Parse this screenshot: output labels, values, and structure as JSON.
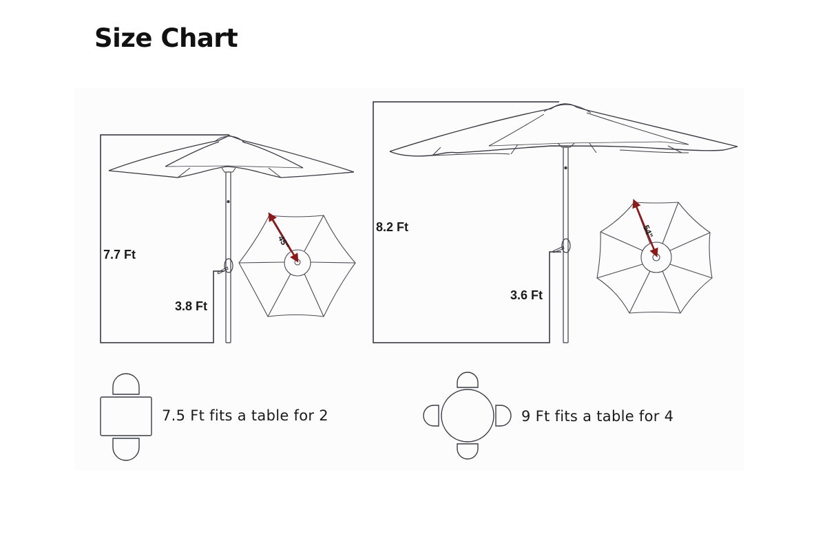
{
  "page": {
    "title": "Size Chart"
  },
  "umbrella_small": {
    "total_height": "7.7 Ft",
    "crank_height": "3.8 Ft",
    "rib_length": "45\"",
    "rib_count": 6
  },
  "umbrella_large": {
    "total_height": "8.2 Ft",
    "crank_height": "3.6 Ft",
    "rib_length": "54\"",
    "rib_count": 8
  },
  "table_fits": [
    {
      "label": "7.5 Ft fits a table for 2",
      "table_shape": "rectangle",
      "seats": 2
    },
    {
      "label": "9 Ft fits a table for 4",
      "table_shape": "circle",
      "seats": 4
    }
  ],
  "colors": {
    "line": "#3a3a44",
    "arrow": "#8b1a1a",
    "text": "#1a1a1a"
  }
}
